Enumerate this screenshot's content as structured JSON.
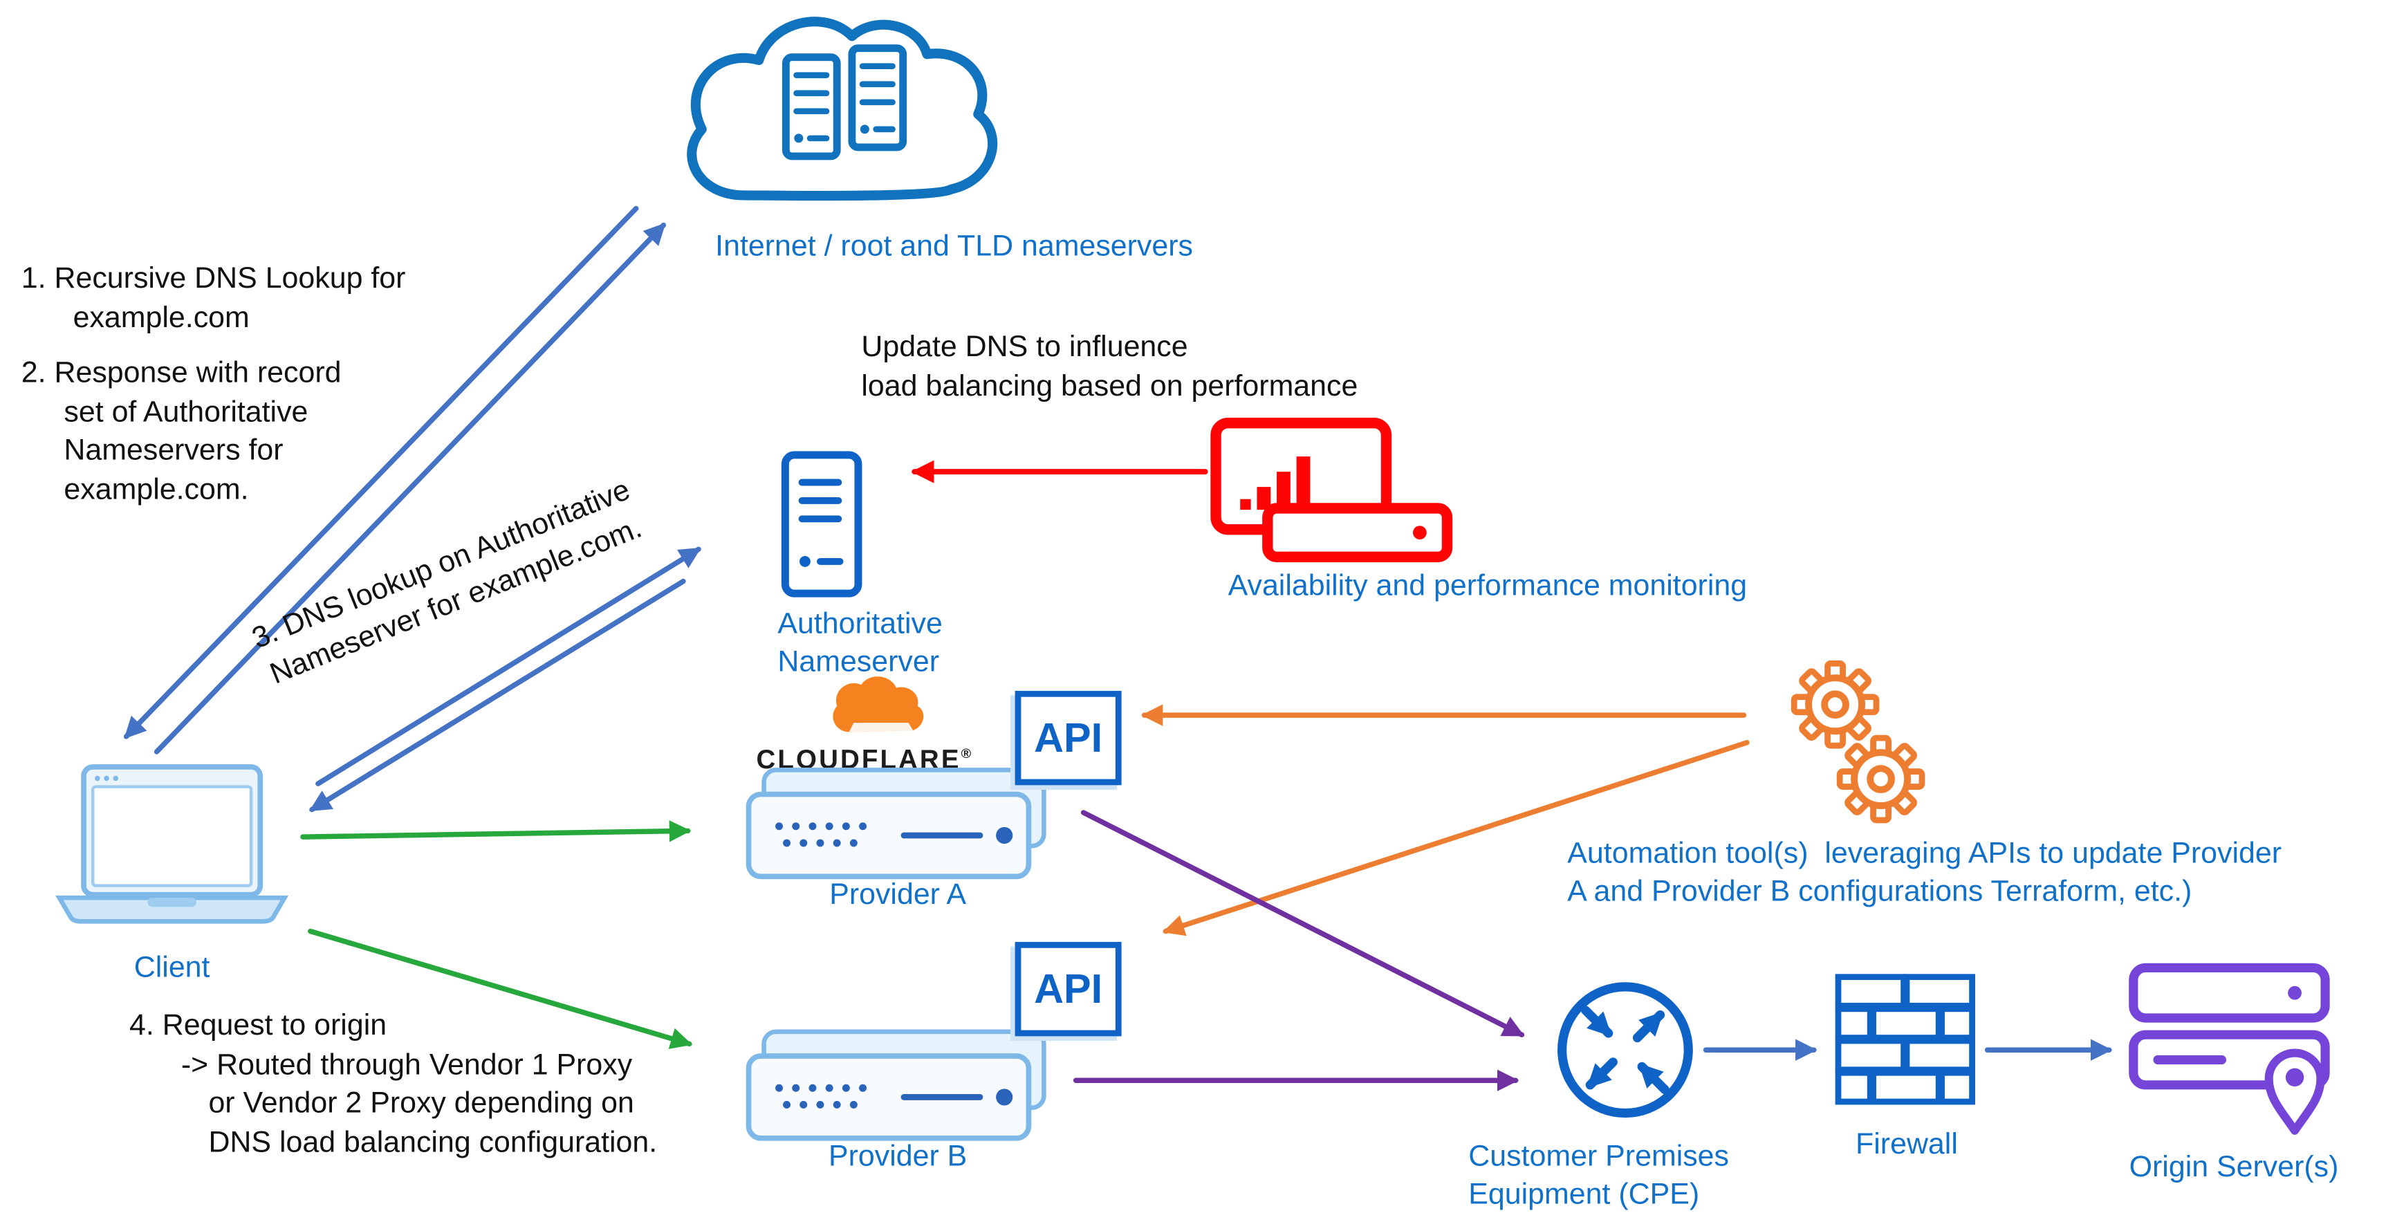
{
  "colors": {
    "arrow_blue": "#4472c4",
    "green": "#27a83c",
    "red": "#fe0505",
    "orange": "#ed7d31",
    "purple": "#7030a0",
    "icon_blue": "#1063c6",
    "cloud_blue": "#1173bd",
    "label_blue": "#1171c9",
    "light_blue": "#7db8e8",
    "appliance_detail": "#2a63ba",
    "cf_orange": "#f6821f",
    "origin_purple": "#7544d8"
  },
  "icons": {
    "cloud-icon": "cloud outline containing two rack servers",
    "laptop-icon": "client laptop",
    "server-tower-icon": "authoritative nameserver tower",
    "monitoring-icon": "monitor with bar chart over rack unit",
    "cloudflare-cloud-icon": "orange cloudflare cloud",
    "appliance-icon": "proxy appliance rack unit",
    "gears-icon": "two automation gears",
    "cpe-icon": "circle with crossing arrows",
    "firewall-icon": "brick wall",
    "origin-icon": "two rack servers with location pin"
  },
  "cloud": {
    "label": "Internet / root and TLD nameservers"
  },
  "client": {
    "label": "Client"
  },
  "steps": {
    "step1_line1": "1. Recursive DNS Lookup for",
    "step1_line2": "example.com",
    "step2_line1": "2. Response with record",
    "step2_line2": "set of Authoritative",
    "step2_line3": "Nameservers for",
    "step2_line4": "example.com.",
    "step3_line1": "3. DNS lookup on Authoritative",
    "step3_line2": "Nameserver for example.com.",
    "step4_line1": "4. Request to origin",
    "step4_line2": "-> Routed through Vendor 1 Proxy",
    "step4_line3": "or Vendor 2 Proxy depending on",
    "step4_line4": "DNS load balancing configuration."
  },
  "auth_ns": {
    "label_line1": "Authoritative",
    "label_line2": "Nameserver"
  },
  "update_dns": {
    "line1": "Update DNS to influence",
    "line2": "load balancing based on performance"
  },
  "monitoring": {
    "label": "Availability and performance monitoring"
  },
  "cloudflare": {
    "wordmark": "CLOUDFLARE",
    "reg": "®"
  },
  "provider_a": {
    "label": "Provider A",
    "api": "API"
  },
  "provider_b": {
    "label": "Provider B",
    "api": "API"
  },
  "automation": {
    "line1": "Automation tool(s)  leveraging APIs to update Provider",
    "line2": "A and Provider B configurations Terraform, etc.)"
  },
  "cpe": {
    "label_line1": "Customer Premises",
    "label_line2": "Equipment (CPE)"
  },
  "firewall": {
    "label": "Firewall"
  },
  "origin": {
    "label": "Origin Server(s)"
  }
}
